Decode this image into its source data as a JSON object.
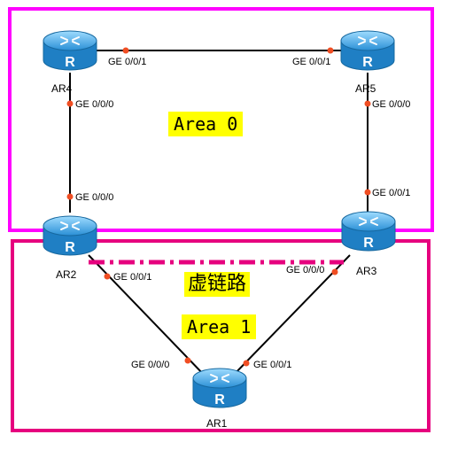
{
  "areas": {
    "area0": {
      "label": "Area 0",
      "border_color": "#ff00ff"
    },
    "area1": {
      "label": "Area 1",
      "border_color": "#e6007e"
    }
  },
  "virtual_link": {
    "label": "虚链路",
    "color": "#e6007e",
    "style": "dash-dot"
  },
  "routers": {
    "ar1": {
      "name": "AR1",
      "icon": "router-icon"
    },
    "ar2": {
      "name": "AR2",
      "icon": "router-icon"
    },
    "ar3": {
      "name": "AR3",
      "icon": "router-icon"
    },
    "ar4": {
      "name": "AR4",
      "icon": "router-icon"
    },
    "ar5": {
      "name": "AR5",
      "icon": "router-icon"
    }
  },
  "links": [
    {
      "from": "AR4",
      "from_port": "GE 0/0/1",
      "to": "AR5",
      "to_port": "GE 0/0/1"
    },
    {
      "from": "AR4",
      "from_port": "GE 0/0/0",
      "to": "AR2",
      "to_port": "GE 0/0/0"
    },
    {
      "from": "AR5",
      "from_port": "GE 0/0/0",
      "to": "AR3",
      "to_port": "GE 0/0/1"
    },
    {
      "from": "AR2",
      "from_port": "GE 0/0/1",
      "to": "AR1",
      "to_port": "GE 0/0/0"
    },
    {
      "from": "AR3",
      "from_port": "GE 0/0/0",
      "to": "AR1",
      "to_port": "GE 0/0/1"
    }
  ],
  "colors": {
    "router_blue": "#2a8fd6",
    "router_light": "#8fd0f5",
    "port_dot": "#f04e23",
    "label_bg": "#ffff00"
  }
}
